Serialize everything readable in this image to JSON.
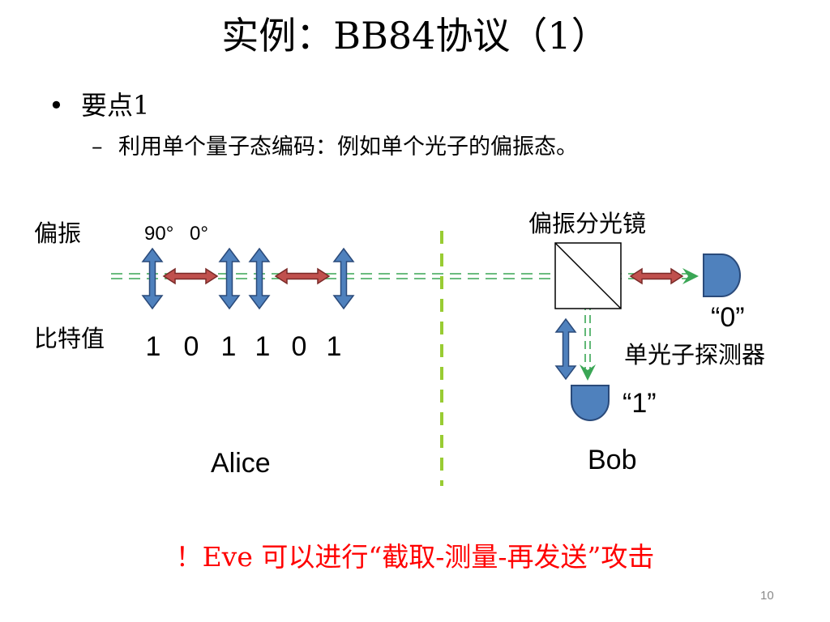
{
  "slide": {
    "title": "实例：BB84协议（1）",
    "bullet_symbol": "•",
    "bullet_point": "要点1",
    "sub_dash": "–",
    "sub_point": "利用单个量子态编码：例如单个光子的偏振态。",
    "page_number": "10"
  },
  "diagram": {
    "polarization_label": "偏振",
    "angle_90": "90°",
    "angle_0": "0°",
    "bit_value_label": "比特值",
    "photons": [
      {
        "polarization": "vertical",
        "bit": "1"
      },
      {
        "polarization": "horizontal",
        "bit": "0"
      },
      {
        "polarization": "vertical",
        "bit": "1"
      },
      {
        "polarization": "vertical",
        "bit": "1"
      },
      {
        "polarization": "horizontal",
        "bit": "0"
      },
      {
        "polarization": "vertical",
        "bit": "1"
      }
    ],
    "alice_label": "Alice",
    "bob_label": "Bob",
    "pbs_label": "偏振分光镜",
    "detector_label": "单光子探测器",
    "detector_0_label": "“0”",
    "detector_1_label": "“1”"
  },
  "attack_note": "！Eve 可以进行“截取-测量-再发送”攻击",
  "colors": {
    "vertical_arrow_fill": "#4f81bd",
    "vertical_arrow_stroke": "#2a4a7a",
    "horizontal_arrow_fill": "#c0504d",
    "horizontal_arrow_stroke": "#7a2a28",
    "beam_line": "#3aa655",
    "channel_divider": "#99cc33",
    "detector_fill": "#4f81bd",
    "attack_text": "#ff0000",
    "page_number": "#8a8a8a"
  }
}
